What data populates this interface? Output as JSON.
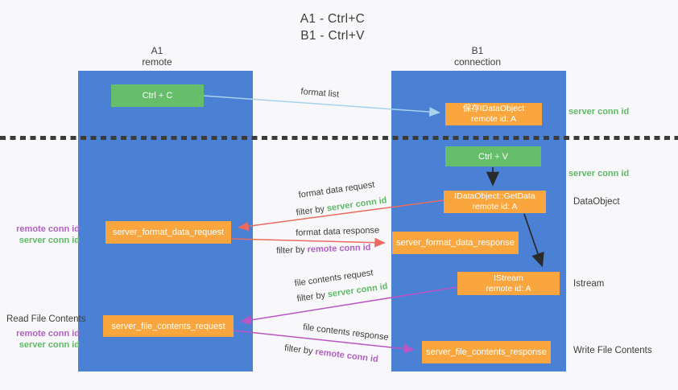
{
  "title": {
    "line1": "A1 - Ctrl+C",
    "line2": "B1 - Ctrl+V"
  },
  "columns": {
    "left": {
      "name_line": "A1",
      "role_line": "remote"
    },
    "right": {
      "name_line": "B1",
      "role_line": "connection"
    }
  },
  "boxes": {
    "ctrl_c": "Ctrl + C",
    "ctrl_v": "Ctrl + V",
    "save_idataobject": {
      "line1": "保存IDataObject",
      "line2": "remote id: A"
    },
    "getdata": {
      "line1": "IDataObject::GetData",
      "line2": "remote id: A"
    },
    "istream": {
      "line1": "IStream",
      "line2": "remote id: A"
    },
    "format_request": "server_format_data_request",
    "format_response": "server_format_data_response",
    "file_request": "server_file_contents_request",
    "file_response": "server_file_contents_response"
  },
  "flows": {
    "format_list": {
      "label": "format list"
    },
    "format_data_request": {
      "label": "format data request",
      "filter_prefix": "filter by",
      "filter_key": "server conn id"
    },
    "format_data_response": {
      "label": "format data response",
      "filter_prefix": "filter by",
      "filter_key": "remote conn id"
    },
    "file_contents_request": {
      "label": "file contents request",
      "filter_prefix": "filter by",
      "filter_key": "server conn id"
    },
    "file_contents_response": {
      "label": "file contents response",
      "filter_prefix": "filter by",
      "filter_key": "remote conn id"
    }
  },
  "side_labels": {
    "right_server_conn_id_top": "server conn id",
    "right_server_conn_id_mid": "server conn id",
    "right_dataobject": "DataObject",
    "right_istream": "Istream",
    "right_write_file_contents": "Write File Contents",
    "left_remote_conn_id_top": "remote conn id",
    "left_server_conn_id_top": "server conn id",
    "left_read_file_contents": "Read File Contents",
    "left_remote_conn_id_bottom": "remote conn id",
    "left_server_conn_id_bottom": "server conn id"
  },
  "colors": {
    "column_blue": "#4a81d5",
    "box_green": "#67be6a",
    "box_orange": "#f8a63d",
    "arrow_lightblue": "#a8d2ee",
    "arrow_red": "#ec6a5f",
    "arrow_magenta": "#bb55c6",
    "arrow_black": "#2b2b2b",
    "text_green": "#5dba65",
    "text_purple": "#b25fc4",
    "text_dark": "#3d3d3d"
  }
}
